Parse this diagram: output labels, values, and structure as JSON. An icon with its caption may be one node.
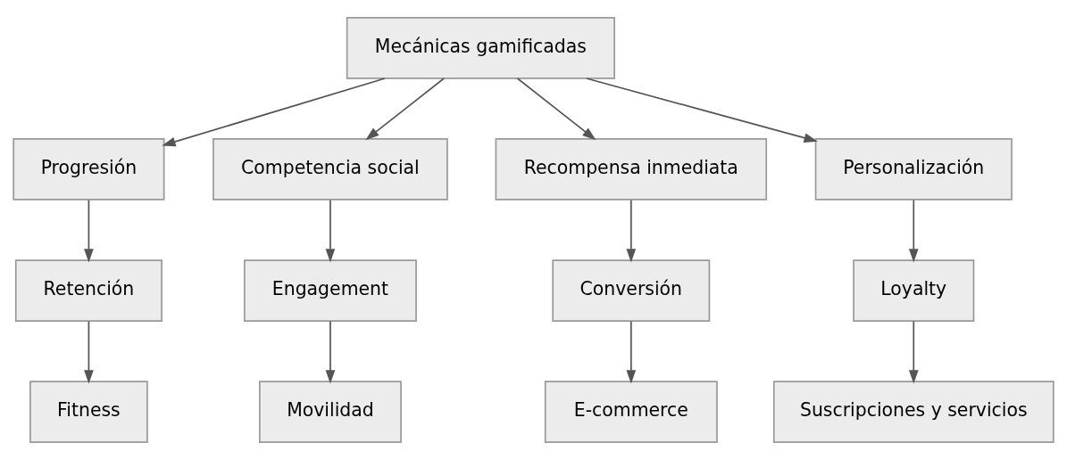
{
  "diagram": {
    "nodes": [
      {
        "text": [
          "Mecánicas gamificadas"
        ]
      },
      {
        "text": [
          "Progresión"
        ]
      },
      {
        "text": [
          "Competencia social"
        ]
      },
      {
        "text": [
          "Recompensa inmediata"
        ]
      },
      {
        "text": [
          "Personalización"
        ]
      },
      {
        "text": [
          "Retención"
        ]
      },
      {
        "text": [
          "Engagement"
        ]
      },
      {
        "text": [
          "Conversión"
        ]
      },
      {
        "text": [
          "Loyalty"
        ]
      },
      {
        "text": [
          "Fitness"
        ]
      },
      {
        "text": [
          "Movilidad"
        ]
      },
      {
        "text": [
          "E-commerce"
        ]
      },
      {
        "text": [
          "Suscripciones y servicios"
        ]
      }
    ],
    "edges": [
      {
        "from": 0,
        "to": 1,
        "arrow": "to"
      },
      {
        "from": 0,
        "to": 2,
        "arrow": "to"
      },
      {
        "from": 0,
        "to": 3,
        "arrow": "to"
      },
      {
        "from": 0,
        "to": 4,
        "arrow": "to"
      },
      {
        "from": 1,
        "to": 5,
        "arrow": "to"
      },
      {
        "from": 5,
        "to": 9,
        "arrow": "to"
      },
      {
        "from": 2,
        "to": 6,
        "arrow": "to"
      },
      {
        "from": 6,
        "to": 10,
        "arrow": "to"
      },
      {
        "from": 3,
        "to": 7,
        "arrow": "to"
      },
      {
        "from": 7,
        "to": 11,
        "arrow": "to"
      },
      {
        "from": 4,
        "to": 8,
        "arrow": "to"
      },
      {
        "from": 8,
        "to": 12,
        "arrow": "to"
      }
    ]
  }
}
